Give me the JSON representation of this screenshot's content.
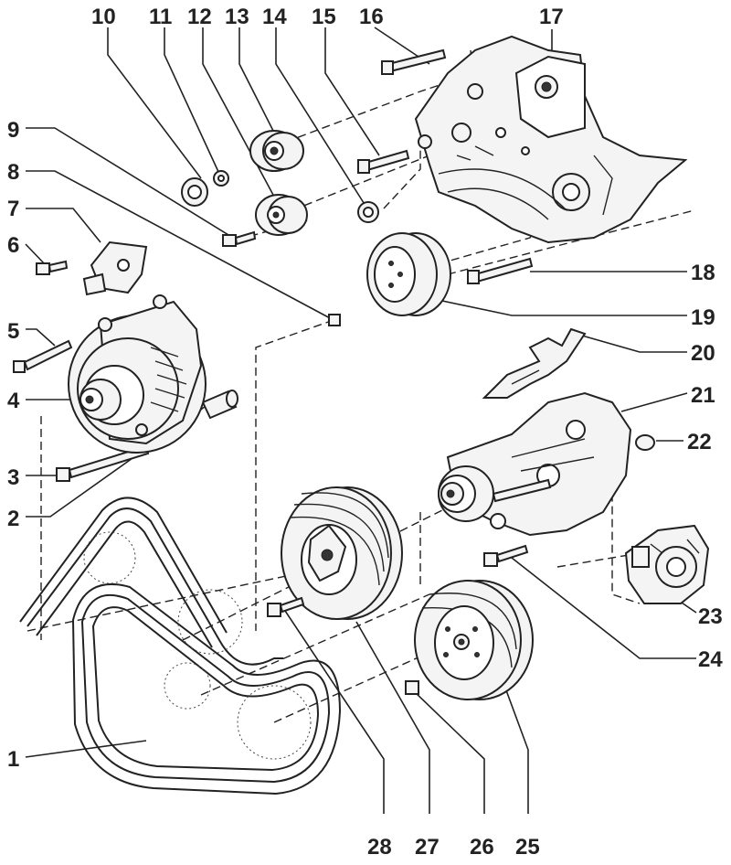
{
  "labels": [
    "1",
    "2",
    "3",
    "4",
    "5",
    "6",
    "7",
    "8",
    "9",
    "10",
    "11",
    "12",
    "13",
    "14",
    "15",
    "16",
    "17",
    "18",
    "19",
    "20",
    "21",
    "22",
    "23",
    "24",
    "25",
    "26",
    "27",
    "28"
  ]
}
